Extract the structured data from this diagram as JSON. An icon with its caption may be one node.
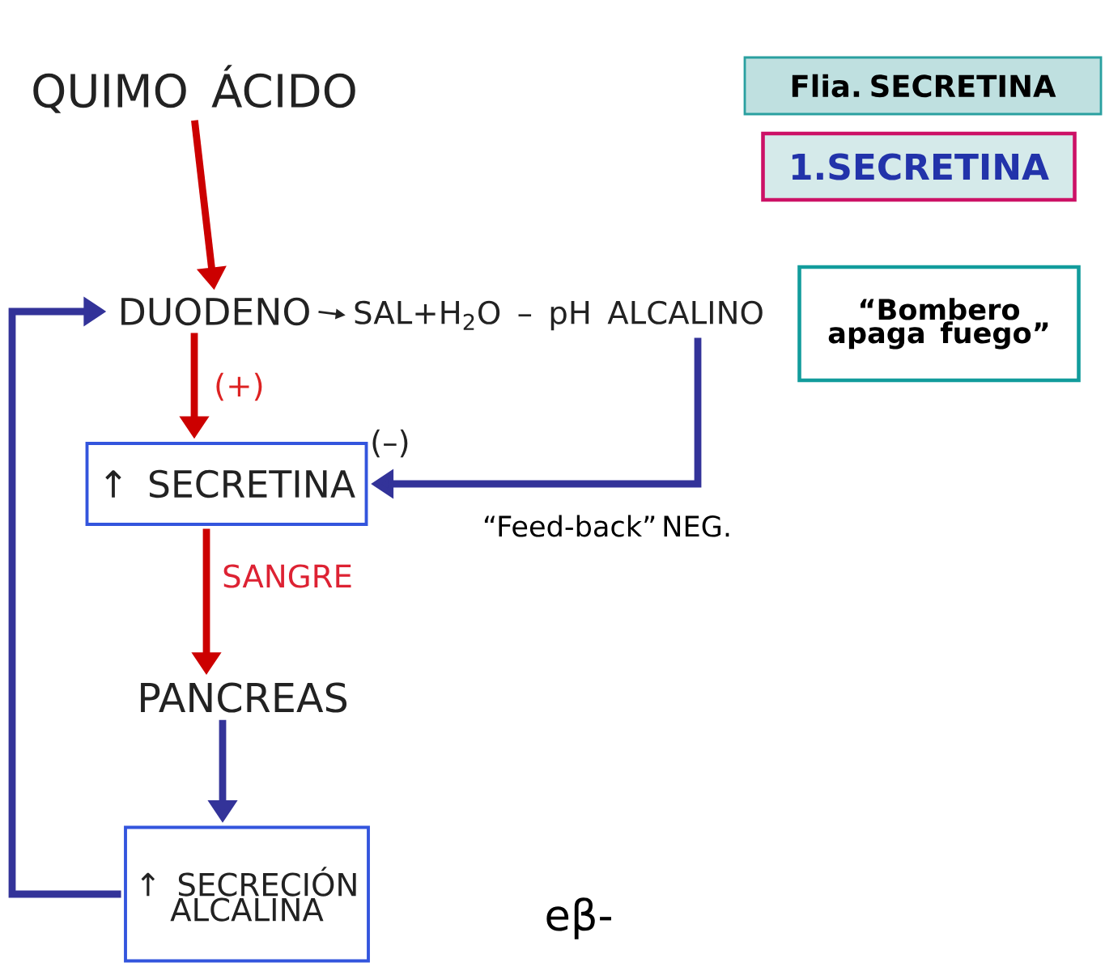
{
  "diagram": {
    "nodes": [
      {
        "text": [
          "QUIMO ÁCIDO"
        ]
      },
      {
        "text": [
          "DUODENO"
        ]
      },
      {
        "text": [
          "SAL+H$_{2}$O – pH ALCALINO"
        ]
      },
      {
        "text": [
          "↑ SECRETINA"
        ]
      },
      {
        "text": [
          "PANCREAS"
        ]
      },
      {
        "text": [
          "↑ SECRECIÓN ALCALINA"
        ]
      },
      {
        "text": [
          "Flia. SECRETINA"
        ]
      },
      {
        "text": [
          "1.SECRETINA"
        ]
      },
      {
        "text": [
          "“Bombero apaga fuego”"
        ]
      }
    ],
    "edges": [
      {
        "from": 0,
        "to": 1,
        "arrow": "to",
        "color": "#cc0000"
      },
      {
        "from": 1,
        "to": 2,
        "arrow": "to",
        "color": "#222222"
      },
      {
        "from": 1,
        "to": 3,
        "arrow": "to",
        "color": "#cc0000",
        "label": "(+)"
      },
      {
        "from": 2,
        "to": 3,
        "arrow": "to",
        "color": "#333399",
        "label": "(–)"
      },
      {
        "from": 3,
        "to": 4,
        "arrow": "to",
        "color": "#cc0000",
        "label": "SANGRE"
      },
      {
        "from": 4,
        "to": 5,
        "arrow": "to",
        "color": "#333399"
      },
      {
        "from": 5,
        "to": 1,
        "arrow": "to",
        "color": "#333399"
      }
    ],
    "labels": [
      "“Feed-back” NEG.",
      "eβ-"
    ]
  }
}
